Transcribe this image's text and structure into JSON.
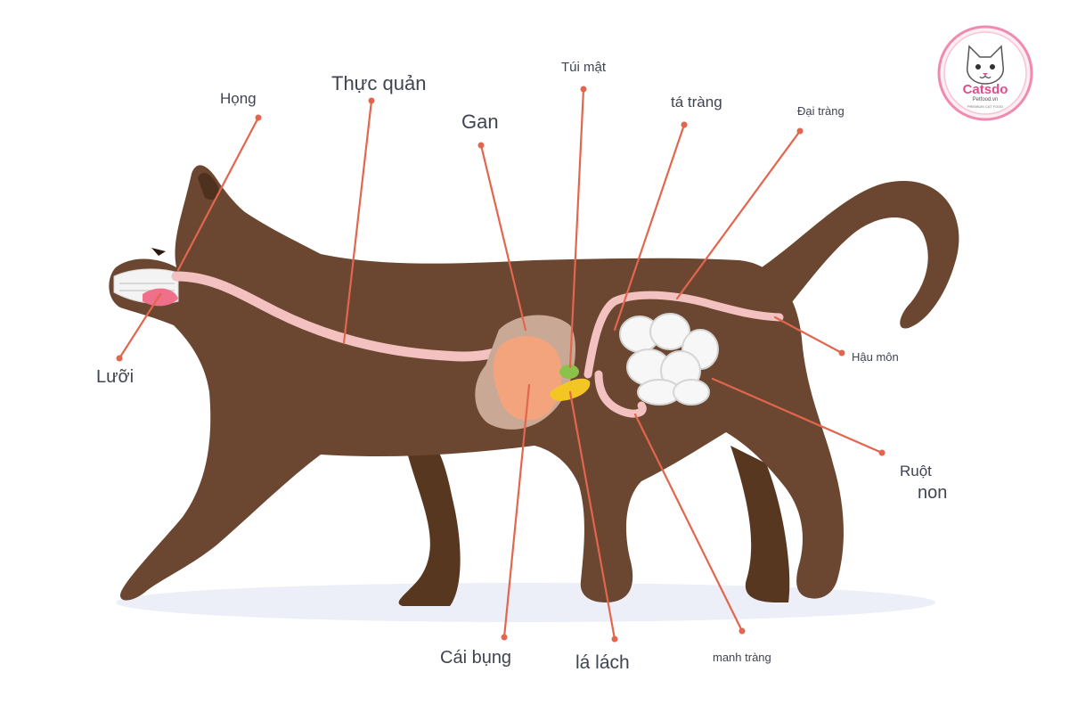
{
  "diagram": {
    "labels": {
      "hong": "Họng",
      "thuc_quan": "Thực quản",
      "gan": "Gan",
      "tui_mat": "Túi mật",
      "ta_trang": "tá tràng",
      "dai_trang": "Đại tràng",
      "ham_mon": "Hậu môn",
      "ruot_non_1": "Ruột",
      "ruot_non_2": "non",
      "luoi": "Lưỡi",
      "cai_bung": "Cái bụng",
      "la_lach": "lá lách",
      "manh_trang": "manh tràng"
    },
    "logo": {
      "brand": "Catsdo",
      "sub": "Petfood.vn",
      "tagline": "PREMIUM CAT FOOD"
    },
    "colors": {
      "cat_body": "#6b4630",
      "cat_far_legs": "#57371f",
      "digestive_tract": "#f3c2c0",
      "intestines": "#f5f5f5",
      "liver": "#f4a47c",
      "stomach": "#c9a995",
      "gallbladder": "#8bc34a",
      "spleen": "#f3c623",
      "leader_line": "#e2664e",
      "label_text": "#3f4451",
      "logo_ring": "#f08ab0",
      "logo_text": "#e34d8f"
    }
  }
}
